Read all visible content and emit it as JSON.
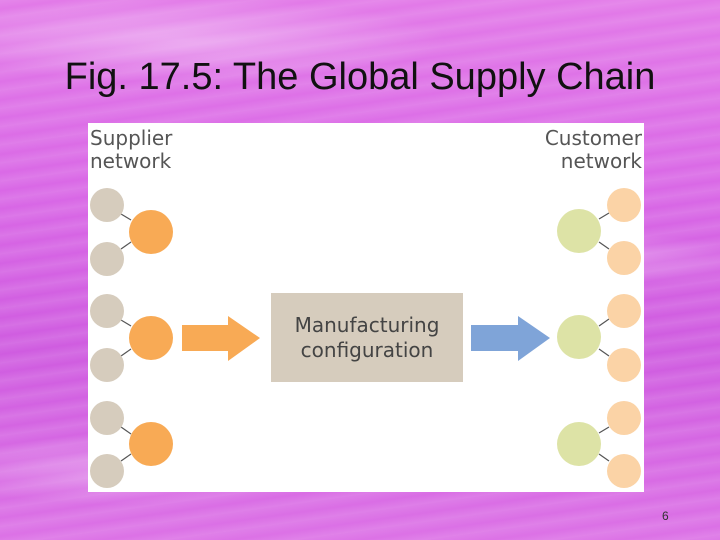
{
  "slide": {
    "title": "Fig. 17.5: The Global Supply Chain",
    "page_number": "6"
  },
  "diagram": {
    "supplier_label_line1": "Supplier",
    "supplier_label_line2": "network",
    "customer_label_line1": "Customer",
    "customer_label_line2": "network",
    "manufacturing_line1": "Manufacturing",
    "manufacturing_line2": "configuration",
    "colors": {
      "supplier_node": "#d6ccbd",
      "supplier_hub": "#f8aa55",
      "customer_hub": "#dde3a6",
      "customer_node": "#fbd3a6",
      "manufacturing_box": "#d6ccbd",
      "arrow_in": "#f8aa55",
      "arrow_out": "#7fa4d8"
    }
  }
}
